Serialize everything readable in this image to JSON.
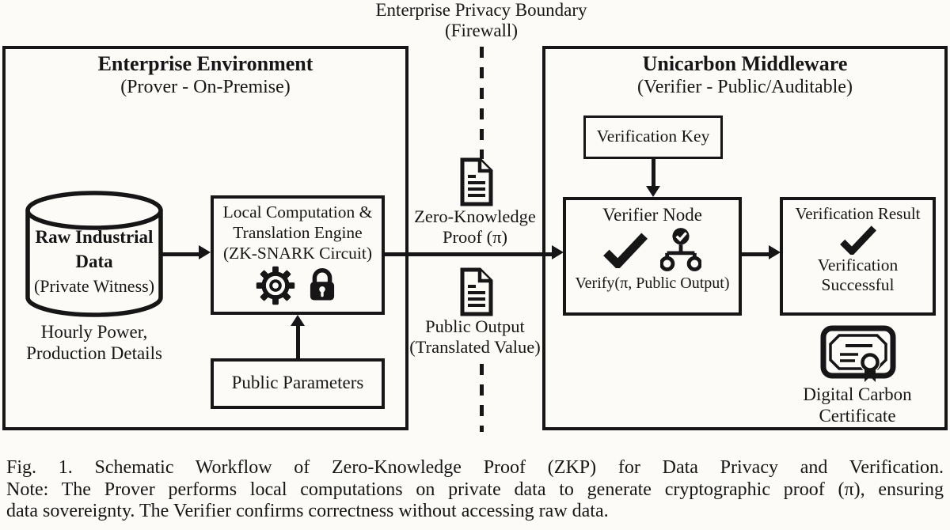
{
  "boundary": {
    "label_line1": "Enterprise Privacy Boundary",
    "label_line2": "(Firewall)"
  },
  "prover": {
    "title": "Enterprise Environment",
    "subtitle": "(Prover - On-Premise)",
    "database": {
      "line1": "Raw Industrial",
      "line2": "Data",
      "line3": "(Private Witness)",
      "caption_line1": "Hourly Power,",
      "caption_line2": "Production Details"
    },
    "engine": {
      "line1": "Local Computation &",
      "line2": "Translation Engine",
      "line3": "(ZK-SNARK Circuit)"
    },
    "public_parameters": "Public Parameters"
  },
  "artifacts": {
    "zk_proof": {
      "line1": "Zero-Knowledge",
      "line2": "Proof (π)"
    },
    "public_output": {
      "line1": "Public Output",
      "line2": "(Translated Value)"
    }
  },
  "verifier": {
    "title": "Unicarbon Middleware",
    "subtitle": "(Verifier - Public/Auditable)",
    "verification_key": "Verification Key",
    "verifier_node": {
      "title": "Verifier Node",
      "function": "Verify(π, Public Output)"
    },
    "verification_result": {
      "title": "Verification Result",
      "status_line1": "Verification",
      "status_line2": "Successful"
    },
    "certificate": {
      "line1": "Digital Carbon",
      "line2": "Certificate"
    }
  },
  "caption": {
    "line1": "Fig. 1.  Schematic Workflow of Zero-Knowledge Proof (ZKP) for Data Privacy and Verification.",
    "line2": "Note: The Prover performs local computations on private data to generate cryptographic proof (π), ensuring",
    "line3": "data sovereignty. The Verifier confirms correctness without accessing raw data."
  },
  "colors": {
    "ink": "#161616",
    "background": "#fcfbf8"
  }
}
